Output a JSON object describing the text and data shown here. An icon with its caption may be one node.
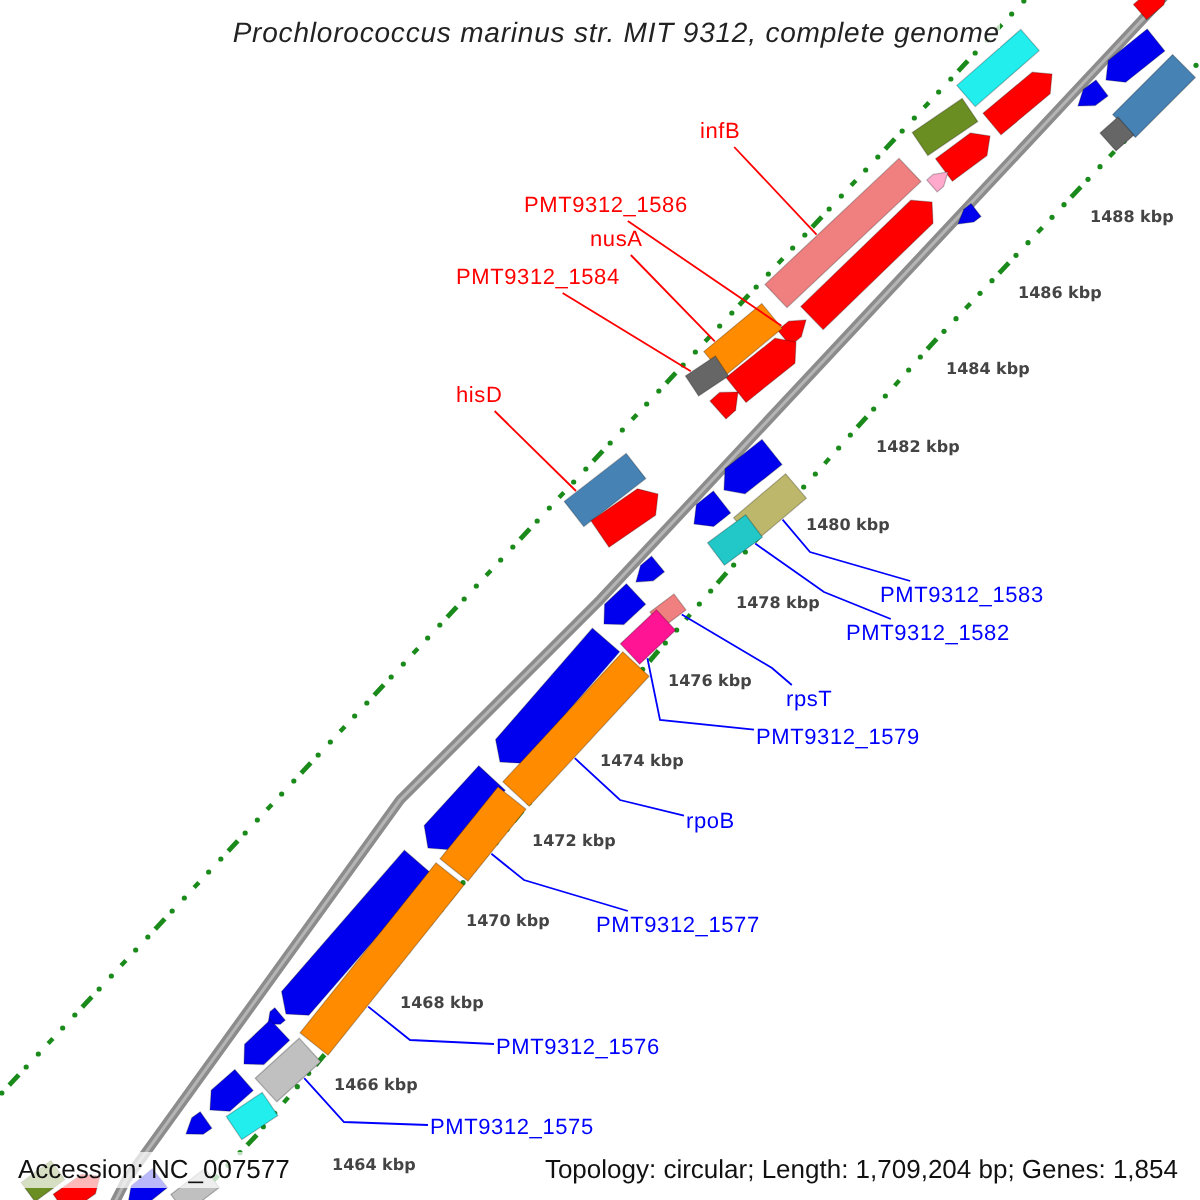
{
  "diagram": {
    "title": "Prochlorococcus marinus str. MIT 9312, complete genome",
    "nodes": [
      {
        "text": [
          "infB"
        ]
      },
      {
        "text": [
          "PMT9312_1586"
        ]
      },
      {
        "text": [
          "nusA"
        ]
      },
      {
        "text": [
          "PMT9312_1584"
        ]
      },
      {
        "text": [
          "hisD"
        ]
      },
      {
        "text": [
          "PMT9312_1583"
        ]
      },
      {
        "text": [
          "PMT9312_1582"
        ]
      },
      {
        "text": [
          "rpsT"
        ]
      },
      {
        "text": [
          "PMT9312_1579"
        ]
      },
      {
        "text": [
          "rpoB"
        ]
      },
      {
        "text": [
          "PMT9312_1577"
        ]
      },
      {
        "text": [
          "PMT9312_1576"
        ]
      },
      {
        "text": [
          "PMT9312_1575"
        ]
      },
      {
        "text": [],
        "shape": "bar"
      },
      {
        "text": [],
        "shape": "bar"
      },
      {
        "text": [],
        "shape": "bar"
      },
      {
        "text": [],
        "shape": "bar"
      },
      {
        "text": [],
        "shape": "bar"
      },
      {
        "text": [],
        "shape": "bar"
      },
      {
        "text": [],
        "shape": "bar"
      },
      {
        "text": [],
        "shape": "bar"
      },
      {
        "text": [],
        "shape": "bar"
      },
      {
        "text": [],
        "shape": "bar"
      },
      {
        "text": [],
        "shape": "bar"
      },
      {
        "text": [],
        "shape": "bar"
      },
      {
        "text": [],
        "shape": "bar"
      },
      {
        "text": [],
        "shape": "bar"
      },
      {
        "text": [],
        "shape": "bar"
      },
      {
        "text": [],
        "shape": "bar"
      },
      {
        "text": [],
        "shape": "bar"
      },
      {
        "text": [],
        "shape": "bar"
      },
      {
        "text": [],
        "shape": "bar"
      },
      {
        "text": [],
        "shape": "bar"
      },
      {
        "text": [],
        "shape": "bar"
      },
      {
        "text": [],
        "shape": "bar"
      },
      {
        "text": [],
        "shape": "bar"
      },
      {
        "text": [],
        "shape": "bar"
      },
      {
        "text": [],
        "shape": "bar"
      },
      {
        "text": [],
        "shape": "bar"
      },
      {
        "text": [],
        "shape": "bar"
      },
      {
        "text": [],
        "shape": "bar"
      },
      {
        "text": [],
        "shape": "bar"
      },
      {
        "text": [],
        "shape": "bar"
      },
      {
        "text": [],
        "shape": "bar"
      },
      {
        "text": [],
        "shape": "bar"
      },
      {
        "text": [],
        "shape": "bar"
      },
      {
        "text": [],
        "shape": "bar"
      },
      {
        "text": [],
        "shape": "bar"
      },
      {
        "text": [],
        "shape": "bar"
      },
      {
        "text": [],
        "shape": "bar"
      },
      {
        "text": [],
        "shape": "bar"
      },
      {
        "text": [],
        "shape": "bar"
      },
      {
        "text": [],
        "shape": "bar"
      },
      {
        "text": [],
        "shape": "bar"
      },
      {
        "text": [],
        "shape": "bar"
      },
      {
        "text": [],
        "shape": "bar"
      },
      {
        "text": [],
        "shape": "bar"
      }
    ],
    "edges": [
      {
        "from": 0,
        "to": 24,
        "arrow": "none",
        "color": "#ff0000"
      },
      {
        "from": 1,
        "to": 26,
        "arrow": "none",
        "color": "#ff0000"
      },
      {
        "from": 2,
        "to": 27,
        "arrow": "none",
        "color": "#ff0000"
      },
      {
        "from": 3,
        "to": 29,
        "arrow": "none",
        "color": "#ff0000"
      },
      {
        "from": 4,
        "to": 32,
        "arrow": "none",
        "color": "#ff0000"
      },
      {
        "from": 5,
        "to": 33,
        "arrow": "none"
      },
      {
        "from": 6,
        "to": 36,
        "arrow": "none"
      },
      {
        "from": 7,
        "to": 39,
        "arrow": "none"
      },
      {
        "from": 8,
        "to": 40,
        "arrow": "none"
      },
      {
        "from": 9,
        "to": 42,
        "arrow": "none"
      },
      {
        "from": 10,
        "to": 44,
        "arrow": "none"
      },
      {
        "from": 11,
        "to": 46,
        "arrow": "none"
      },
      {
        "from": 12,
        "to": 49,
        "arrow": "none"
      }
    ],
    "labels": [
      "1488 kbp",
      "1486 kbp",
      "1484 kbp",
      "1482 kbp",
      "1480 kbp",
      "1478 kbp",
      "1476 kbp",
      "1474 kbp",
      "1472 kbp",
      "1470 kbp",
      "1468 kbp",
      "1466 kbp",
      "1464 kbp",
      "Accession: NC_007577",
      "Topology: circular; Length: 1,709,204 bp; Genes: 1,854"
    ]
  }
}
